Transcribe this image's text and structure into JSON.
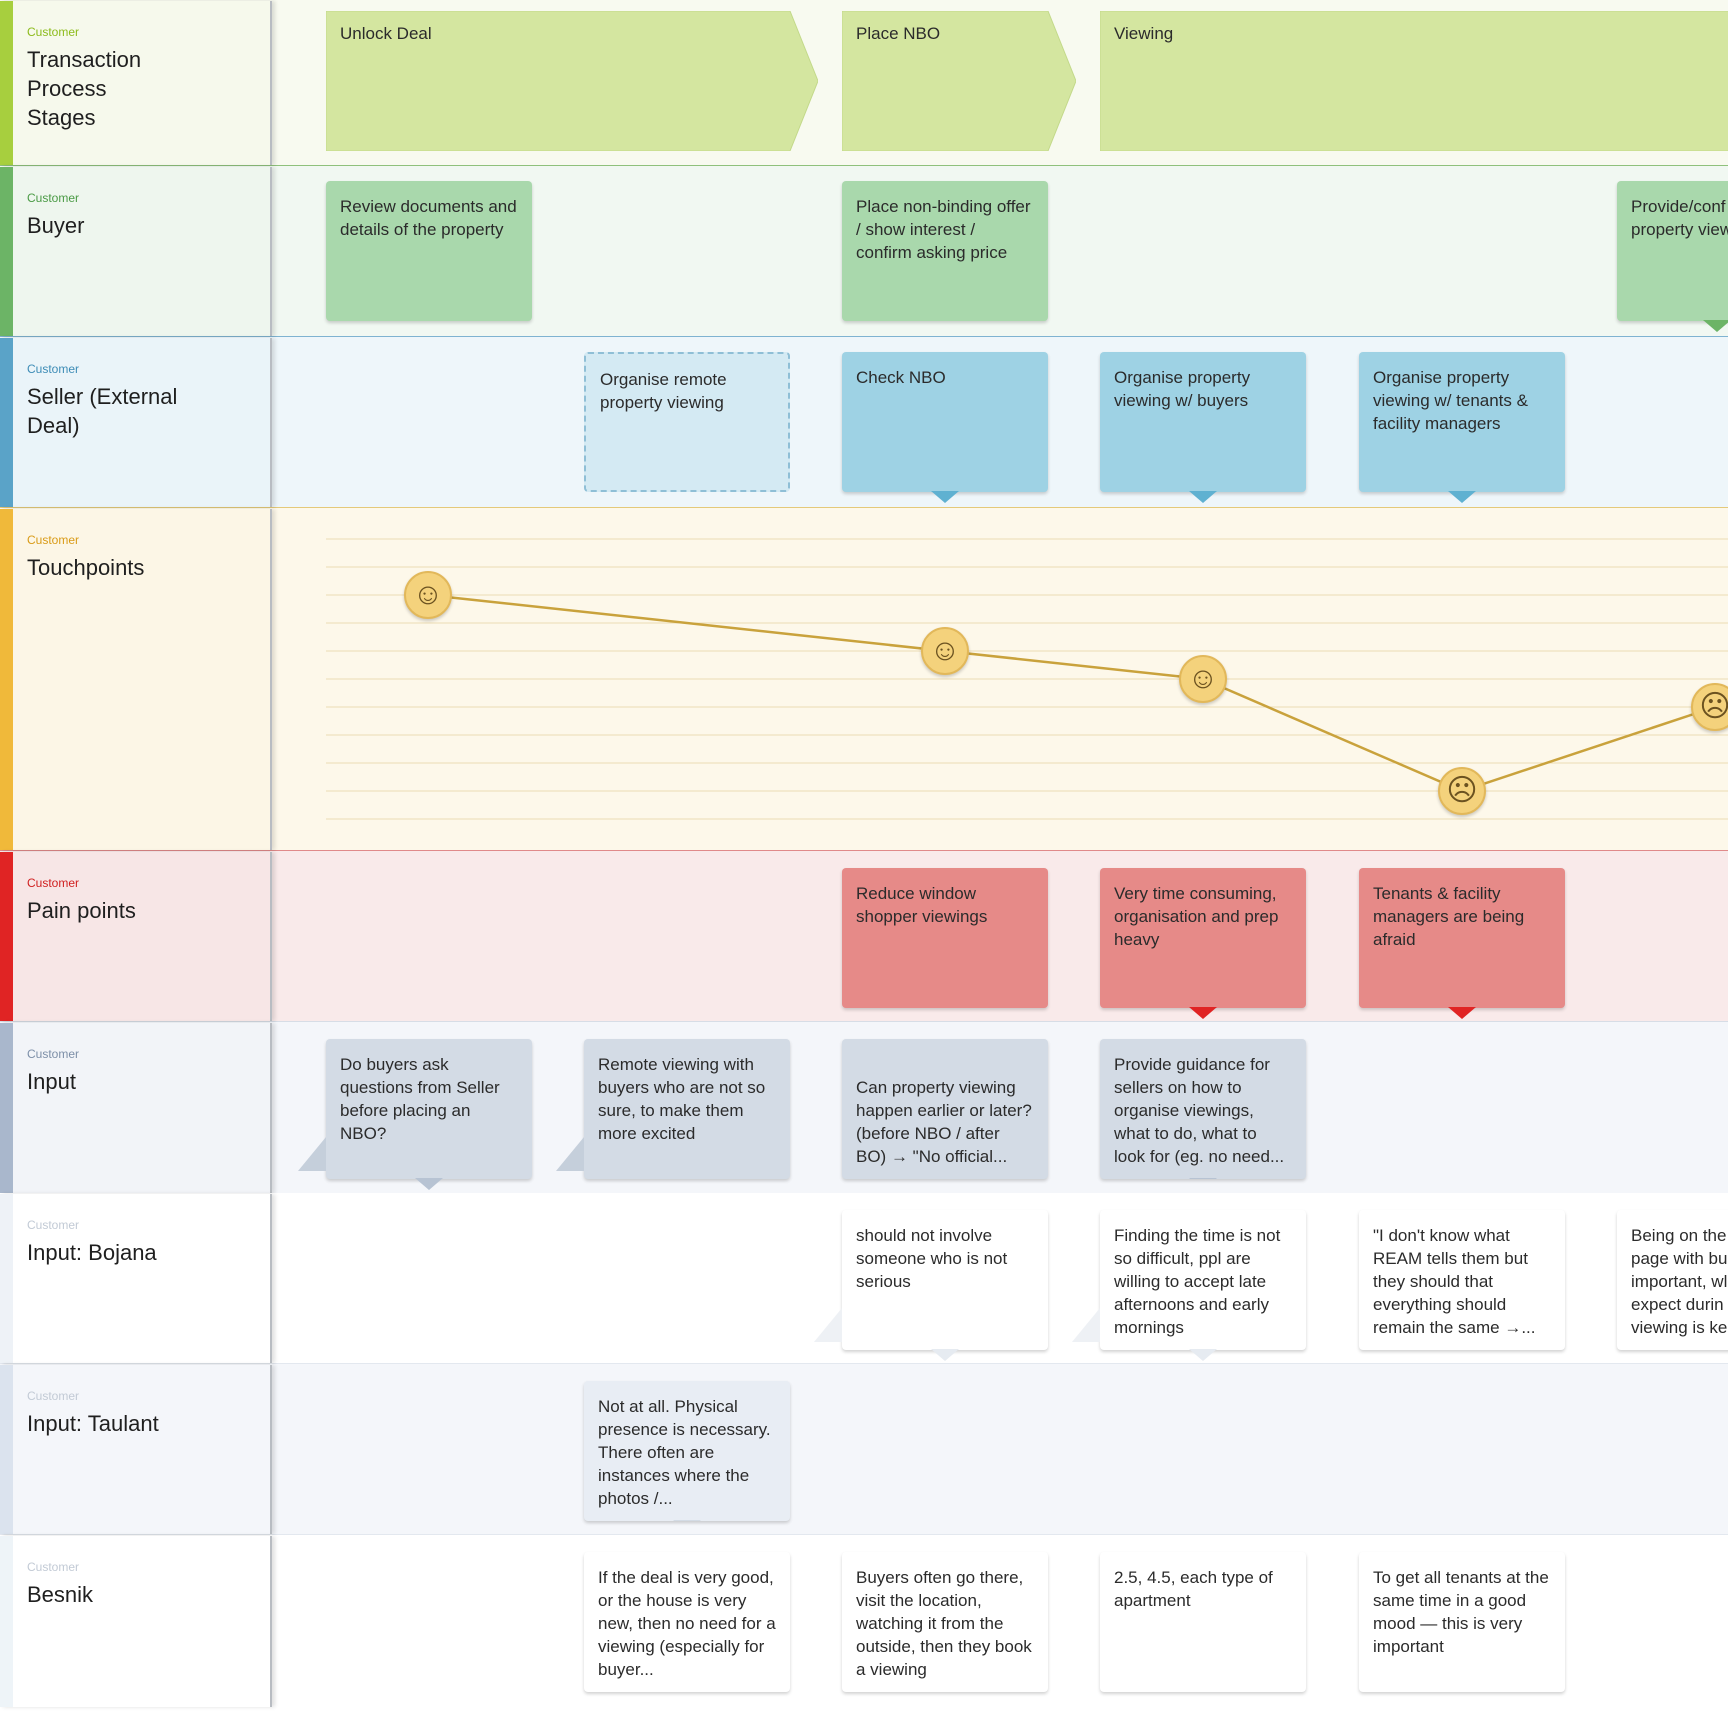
{
  "colors": {
    "stages": "#d4e6a0",
    "buyer": "#a9d8ac",
    "seller": "#9ed2e4",
    "painpoints": "#e68a88",
    "input": "#d3dbe5",
    "white_card": "#ffffff",
    "touch_line": "#c9a23c"
  },
  "lanes": {
    "stages": {
      "category": "Customer",
      "title": "Transaction Process Stages"
    },
    "buyer": {
      "category": "Customer",
      "title": "Buyer"
    },
    "seller": {
      "category": "Customer",
      "title": "Seller (External Deal)"
    },
    "touch": {
      "category": "Customer",
      "title": "Touchpoints"
    },
    "pain": {
      "category": "Customer",
      "title": "Pain points"
    },
    "input": {
      "category": "Customer",
      "title": "Input"
    },
    "bojana": {
      "category": "Customer",
      "title": "Input: Bojana"
    },
    "taulant": {
      "category": "Customer",
      "title": "Input: Taulant"
    },
    "besnik": {
      "category": "Customer",
      "title": "Besnik"
    }
  },
  "stages": [
    "Unlock Deal",
    "Place NBO",
    "Viewing"
  ],
  "buyer_cards": [
    "Review documents and details of the property",
    "Place non-binding offer / show interest / confirm asking price",
    "Provide/conf property view"
  ],
  "seller_cards": [
    "Organise remote property viewing",
    "Check NBO",
    "Organise property viewing w/ buyers",
    "Organise property viewing w/ tenants & facility managers"
  ],
  "touchpoints": {
    "emotions": [
      "happy-icon",
      "happy-icon",
      "happy-icon",
      "frustrated-icon",
      "neutral-icon"
    ],
    "glyphs": [
      "☺",
      "☺",
      "☺",
      "☹",
      "☹"
    ],
    "levels": [
      8,
      6,
      5,
      1,
      4
    ]
  },
  "pain_cards": [
    "Reduce window shopper viewings",
    "Very time consuming, organisation and prep heavy",
    "Tenants & facility managers are being afraid"
  ],
  "input_cards": [
    "Do buyers ask questions from Seller before placing an NBO?",
    "Remote viewing with buyers who are not so sure, to make them more excited",
    "Can property viewing happen earlier or later?\n(before NBO / after BO) → \"No official...",
    "Provide guidance for sellers on how to organise viewings, what to do, what to look for (eg. no need..."
  ],
  "bojana_cards": [
    "should not involve someone who is not serious",
    "Finding the time is not so difficult, ppl are willing to accept late afternoons and early mornings",
    "\"I don't know what REAM tells them but they should that everything should remain the same →...",
    "Being on the page with bu important, wl expect durin viewing is ke"
  ],
  "taulant_cards": [
    "Not at all. Physical presence is necessary. There often are instances where the photos /..."
  ],
  "besnik_cards": [
    "If the deal is very good, or the house is very new, then no need for a viewing (especially for buyer...",
    "Buyers often go there, visit the location, watching it from the outside, then they book a viewing",
    "2.5, 4.5, each type of apartment",
    "To get all tenants at the same time in a good mood — this is very important"
  ]
}
